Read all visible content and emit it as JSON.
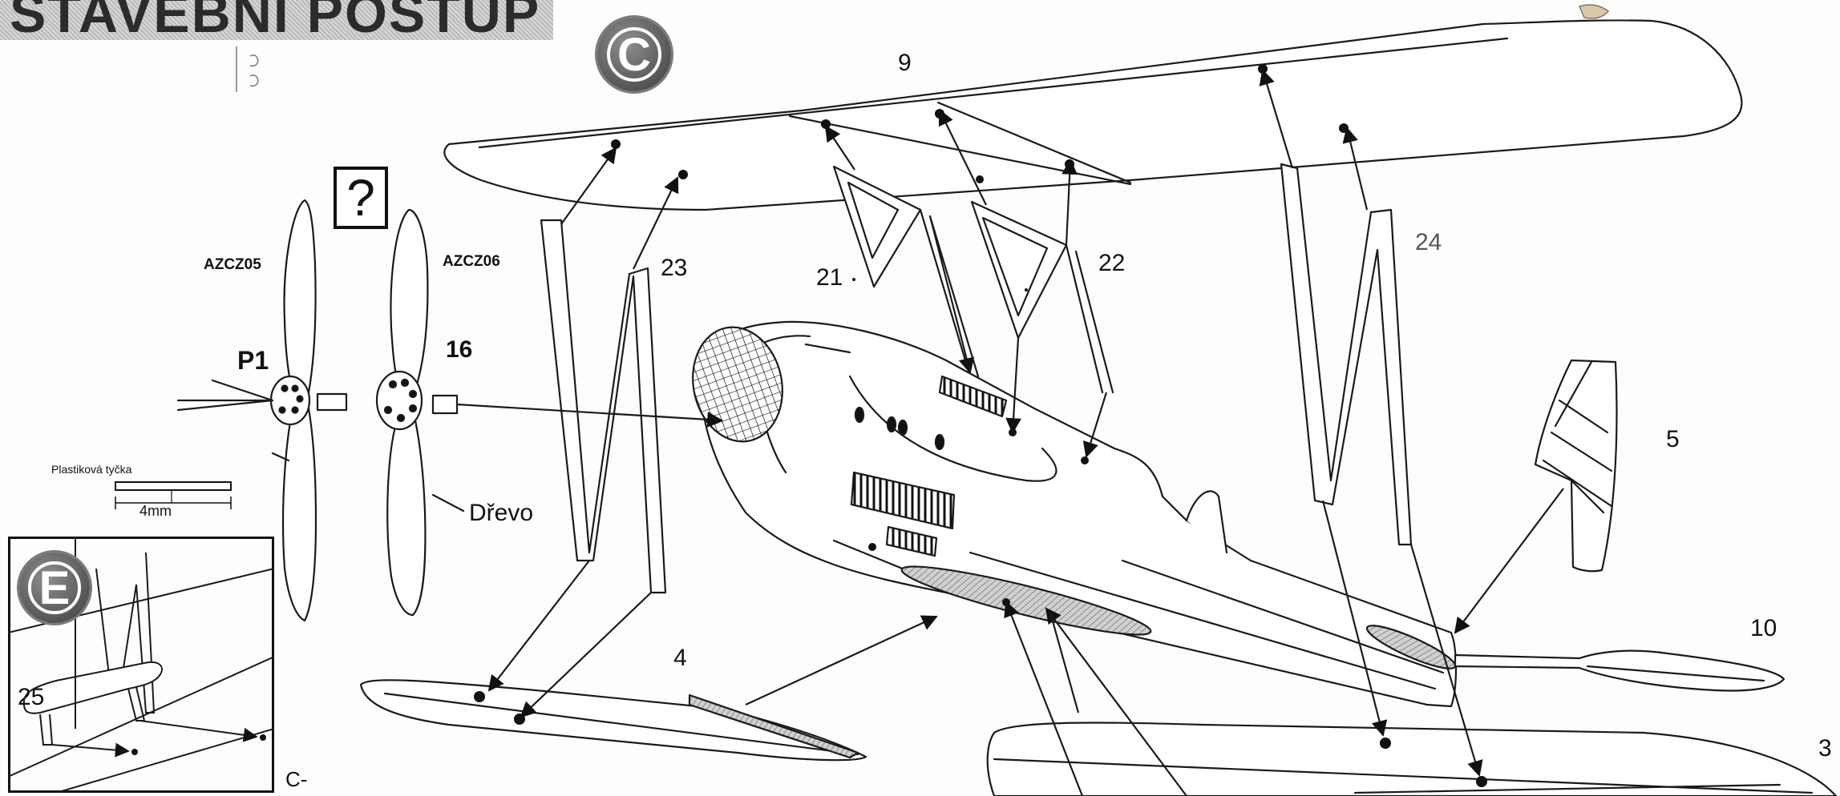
{
  "title": "STAVEBNÍ POSTUP",
  "step_badge_main": "C",
  "step_badge_inset": "E",
  "question_mark": "?",
  "parts": {
    "upper_wing": "9",
    "cabane_strut_left": "21",
    "cabane_strut_right": "22",
    "interplane_strut_left": "23",
    "interplane_strut_right": "24",
    "fin": "5",
    "stabilizer": "10",
    "lower_wing_left": "4",
    "lower_wing_right": "3",
    "propeller_spinner_left": "P1",
    "propeller_right": "16",
    "inset_part": "25"
  },
  "propeller_codes": {
    "left": "AZCZ05",
    "right": "AZCZ06"
  },
  "annotations": {
    "wood": "Dřevo",
    "plastic_rod": "Plastiková tyčka",
    "rod_length": "4mm",
    "corner_mark": "C-"
  },
  "colors": {
    "line": "#1a1a1a",
    "badge": "#5a5a5a",
    "hatch": "#9a9a9a",
    "paper": "#fdfdfb"
  }
}
